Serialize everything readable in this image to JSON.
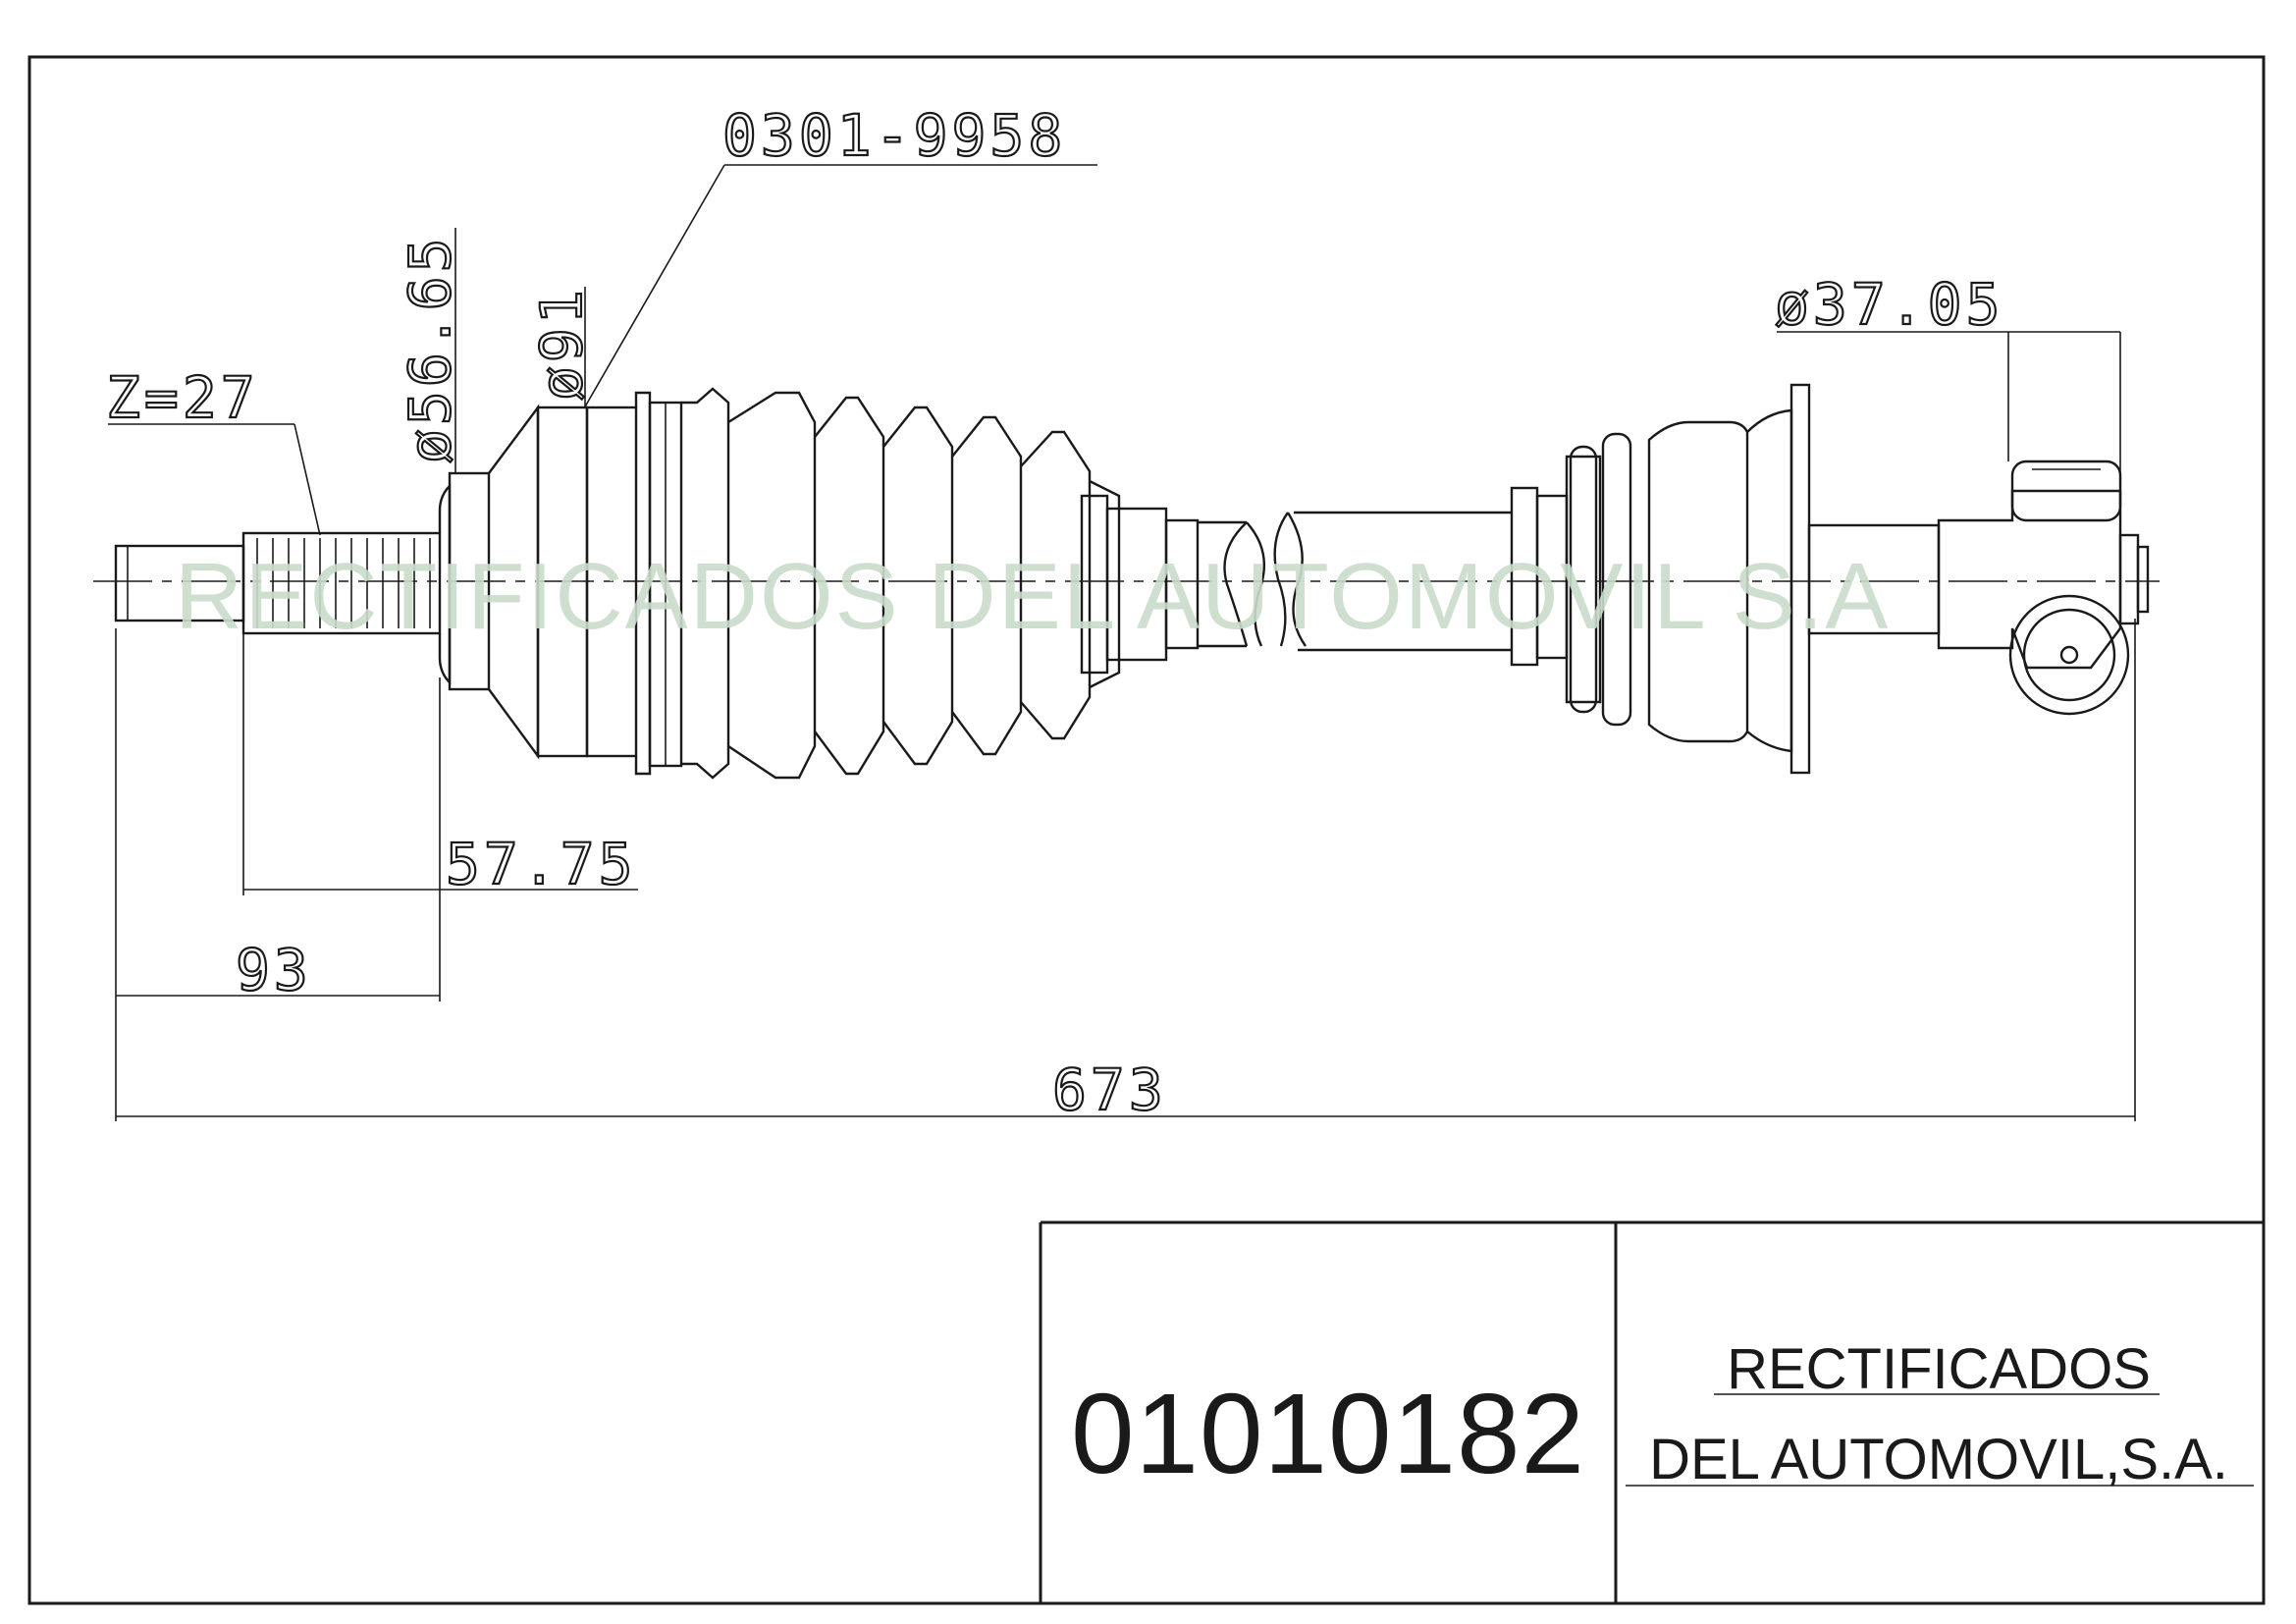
{
  "part_ref": "0301-9958",
  "dimensions": {
    "spline_teeth": "Z=27",
    "diam_outer_joint": "ø56.65",
    "diam_boot": "ø91",
    "diam_inner_shaft": "ø37.05",
    "len_spline": "57.75",
    "len_stub": "93",
    "len_total": "673"
  },
  "watermark": "RECTIFICADOS DEL AUTOMOVIL S.A",
  "title_block": {
    "part_number": "01010182",
    "company_line1": "RECTIFICADOS",
    "company_line2": "DEL AUTOMOVIL,S.A."
  }
}
